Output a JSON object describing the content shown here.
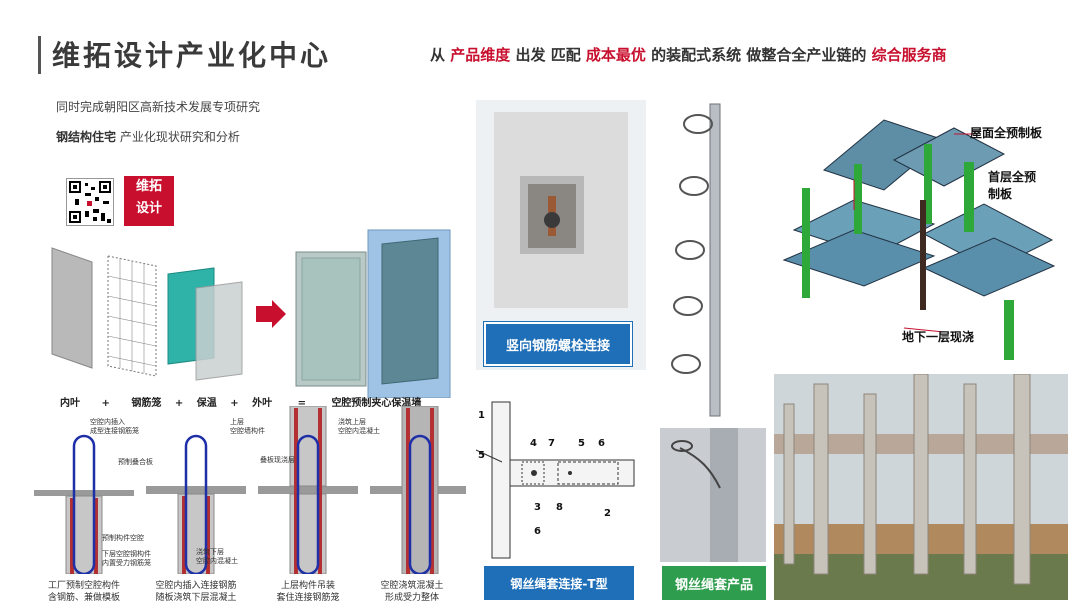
{
  "header": {
    "title": "维拓设计产业化中心",
    "slogan_parts": [
      "从 ",
      "产品维度",
      " 出发  匹配 ",
      "成本最优",
      " 的装配式系统  做整合全产业链的 ",
      "综合服务商"
    ],
    "subtitle1": "同时完成朝阳区高新技术发展专项研究",
    "subtitle2_bold": "钢结构住宅",
    "subtitle2_rest": " 产业化现状研究和分析"
  },
  "logo": {
    "seal_line1": "维拓",
    "seal_line2": "设计"
  },
  "wall_panel": {
    "legend": [
      "内叶",
      "+",
      "钢筋笼",
      "+",
      "保温",
      "+",
      "外叶",
      "=",
      "空腔预制夹心保温墙"
    ]
  },
  "process": {
    "notes": [
      "空腔内插入",
      "成型连接钢筋笼",
      "预制叠合板",
      "上层",
      "空腔墙构件",
      "叠板现浇层",
      "浇筑上层",
      "空腔内混凝土",
      "预制构件空腔",
      "下层空腔钢构件",
      "内置受力钢筋笼",
      "浇筑下层",
      "空腔内混凝土"
    ],
    "captions": [
      [
        "工厂预制空腔构件",
        "含钢筋、兼做模板"
      ],
      [
        "空腔内插入连接钢筋",
        "随板浇筑下层混凝土"
      ],
      [
        "上层构件吊装",
        "套住连接钢筋笼"
      ],
      [
        "空腔浇筑混凝土",
        "形成受力整体"
      ]
    ]
  },
  "middle": {
    "bolt_label": "竖向钢筋螺栓连接",
    "tsection_label": "钢丝绳套连接-T型",
    "product_label": "钢丝绳套产品",
    "drawing_numbers": [
      "1",
      "5",
      "4",
      "7",
      "5",
      "6",
      "3",
      "8",
      "2",
      "6"
    ]
  },
  "right": {
    "label_roof": "屋面全预制板",
    "label_first1": "首层全预",
    "label_first2": "制板",
    "label_basement": "地下一层现浇"
  },
  "colors": {
    "accent_red": "#c8102e",
    "blue": "#1f6fb8",
    "green": "#2e9e4e"
  }
}
